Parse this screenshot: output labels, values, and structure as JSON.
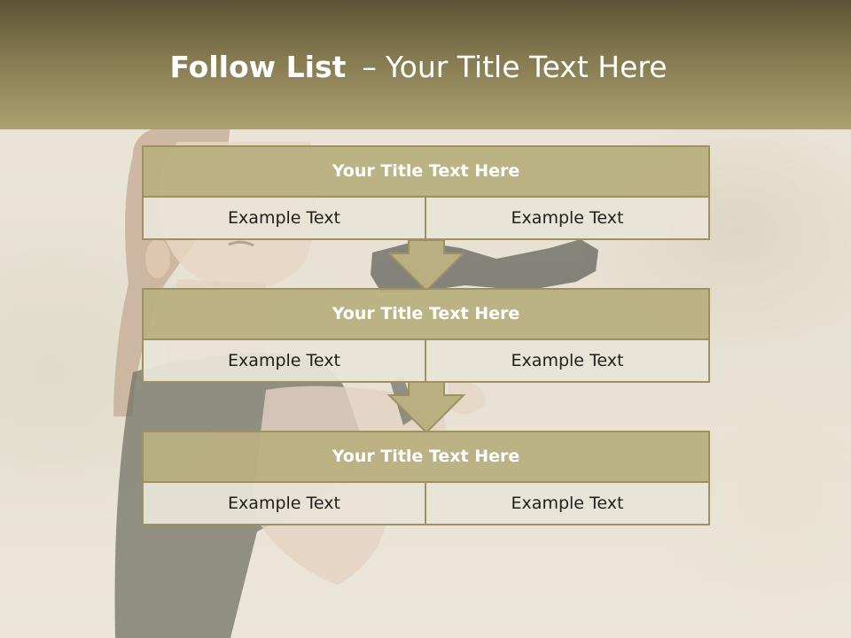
{
  "header": {
    "title_bold": "Follow List",
    "title_separator": "–",
    "title_rest": "Your Title Text Here"
  },
  "list": [
    {
      "title": "Your Title Text Here",
      "left": "Example Text",
      "right": "Example Text"
    },
    {
      "title": "Your Title Text Here",
      "left": "Example Text",
      "right": "Example Text"
    },
    {
      "title": "Your Title Text Here",
      "left": "Example Text",
      "right": "Example Text"
    }
  ],
  "colors": {
    "header_dark": "#5c5436",
    "header_light": "#ada171",
    "title_fill": "#b9af80",
    "border": "#9c9163",
    "cell_fill": "#e8e4d7",
    "title_text": "#ffffff"
  },
  "background": {
    "image": "woman-with-camera-photo"
  }
}
